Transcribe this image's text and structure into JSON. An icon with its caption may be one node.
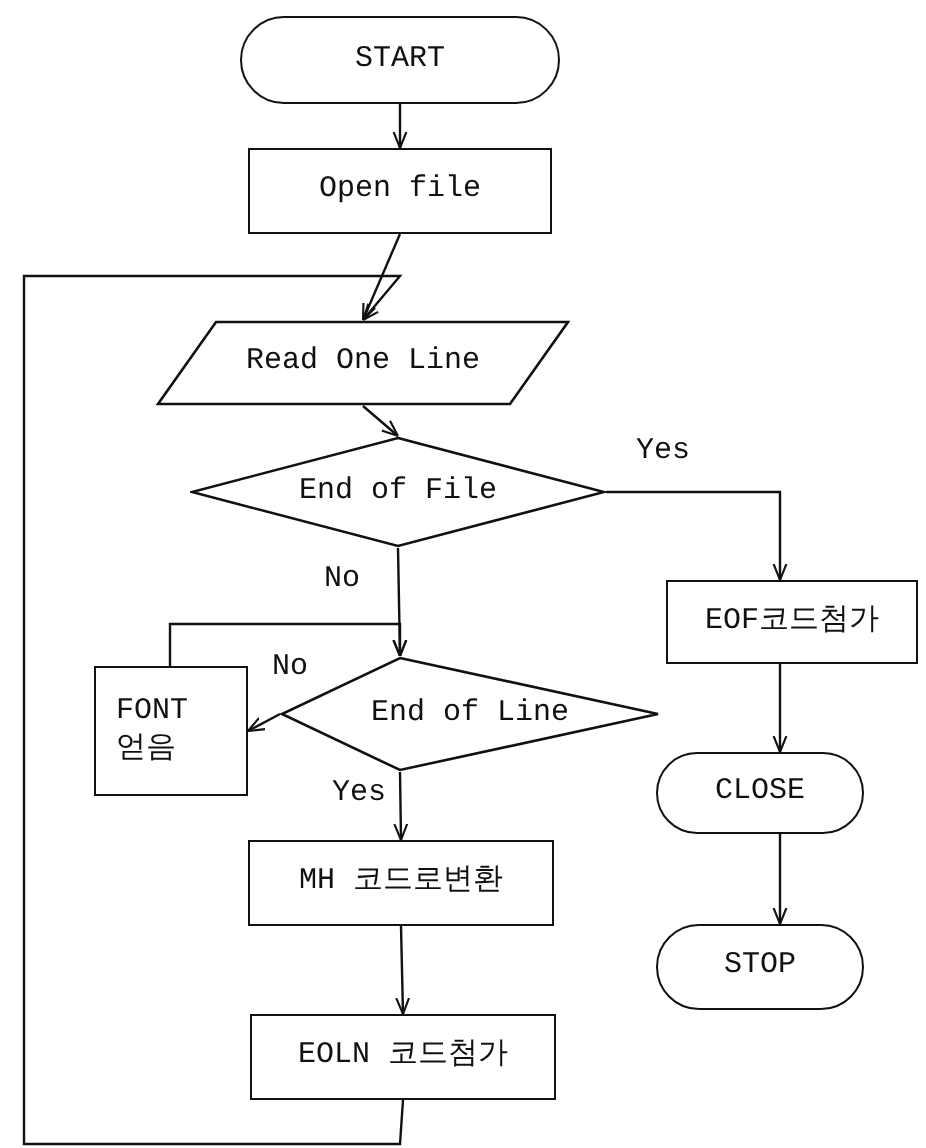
{
  "diagram": {
    "nodes": [
      {
        "text": [
          "START"
        ]
      },
      {
        "text": [
          "Open file"
        ]
      },
      {
        "text": [
          "Read One Line"
        ]
      },
      {
        "text": [
          "End of File"
        ]
      },
      {
        "text": [
          "End of Line"
        ]
      },
      {
        "text": [
          "FONT 얻음"
        ]
      },
      {
        "text": [
          "MH 코드로변환"
        ]
      },
      {
        "text": [
          "EOLN 코드첨가"
        ]
      },
      {
        "text": [
          "EOF코드첨가"
        ]
      },
      {
        "text": [
          "CLOSE"
        ]
      },
      {
        "text": [
          "STOP"
        ]
      }
    ],
    "edges": [
      {
        "from": 0,
        "to": 1,
        "arrow": "to"
      },
      {
        "from": 1,
        "to": 2,
        "arrow": "to"
      },
      {
        "from": 2,
        "to": 3,
        "arrow": "to"
      },
      {
        "from": 3,
        "to": 8,
        "arrow": "to",
        "label": "Yes"
      },
      {
        "from": 3,
        "to": 4,
        "arrow": "to",
        "label": "No"
      },
      {
        "from": 4,
        "to": 5,
        "arrow": "to",
        "label": "No"
      },
      {
        "from": 5,
        "to": 4,
        "arrow": "to"
      },
      {
        "from": 4,
        "to": 6,
        "arrow": "to",
        "label": "Yes"
      },
      {
        "from": 6,
        "to": 7,
        "arrow": "to"
      },
      {
        "from": 7,
        "to": 2,
        "arrow": "to"
      },
      {
        "from": 8,
        "to": 9,
        "arrow": "to"
      },
      {
        "from": 9,
        "to": 10,
        "arrow": "to"
      }
    ]
  }
}
